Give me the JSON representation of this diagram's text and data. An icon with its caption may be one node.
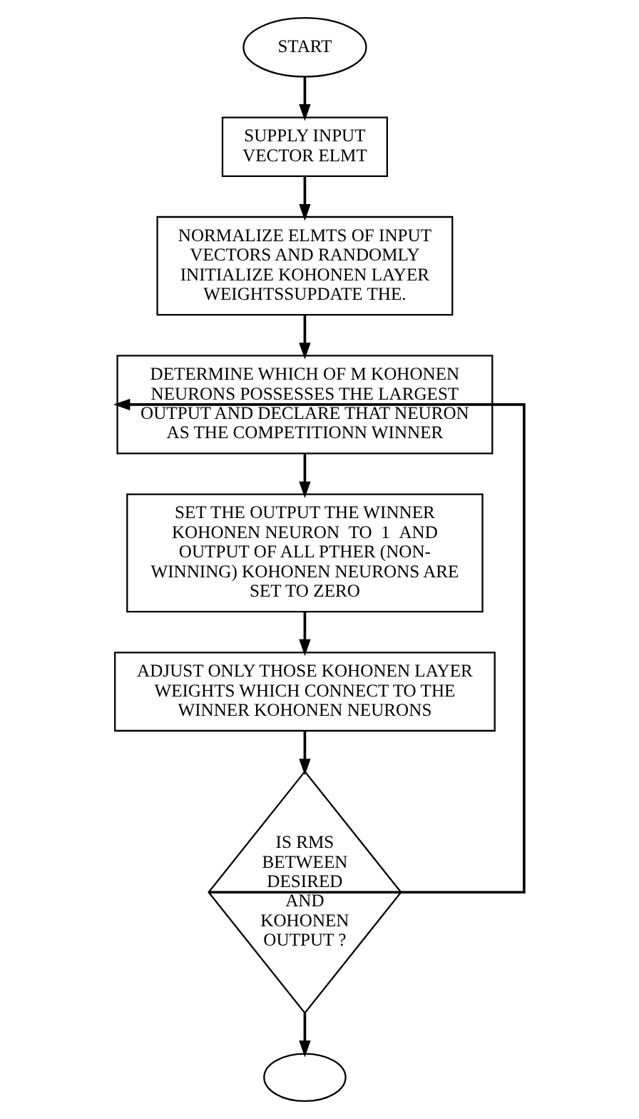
{
  "diagram": {
    "nodes": [
      {
        "text": [
          "START"
        ]
      },
      {
        "text": [
          "SUPPLY INPUT VECTOR ELMT"
        ]
      },
      {
        "text": [
          "NORMALIZE ELMTS OF INPUT VECTORS AND RANDOMLY INITIALIZE KOHONEN LAYER WEIGHTSSUPDATE THE."
        ]
      },
      {
        "text": [
          "DETERMINE WHICH OF M KOHONEN NEURONS POSSESSES THE LARGEST OUTPUT AND DECLARE THAT NEURON AS THE COMPETITIONN WINNER"
        ]
      },
      {
        "text": [
          "SET THE OUTPUT THE WINNER KOHONEN NEURON  TO  1  AND OUTPUT OF ALL PTHER (NON-WINNING) KOHONEN NEURONS ARE SET TO ZERO"
        ]
      },
      {
        "text": [
          "ADJUST ONLY THOSE KOHONEN LAYER WEIGHTS WHICH CONNECT TO THE WINNER KOHONEN NEURONS"
        ]
      },
      {
        "text": [
          "IS RMS BETWEEN DESIRED AND KOHONEN OUTPUT ?"
        ]
      },
      {
        "text": [],
        "shape": "ellipse"
      }
    ],
    "edges": [
      {
        "from": 0,
        "to": 1,
        "arrow": "to"
      },
      {
        "from": 1,
        "to": 2,
        "arrow": "to"
      },
      {
        "from": 2,
        "to": 3,
        "arrow": "to"
      },
      {
        "from": 3,
        "to": 4,
        "arrow": "to"
      },
      {
        "from": 4,
        "to": 5,
        "arrow": "to"
      },
      {
        "from": 5,
        "to": 6,
        "arrow": "to"
      },
      {
        "from": 6,
        "to": 7,
        "arrow": "to"
      },
      {
        "from": 6,
        "to": 3,
        "arrow": "to"
      }
    ]
  }
}
